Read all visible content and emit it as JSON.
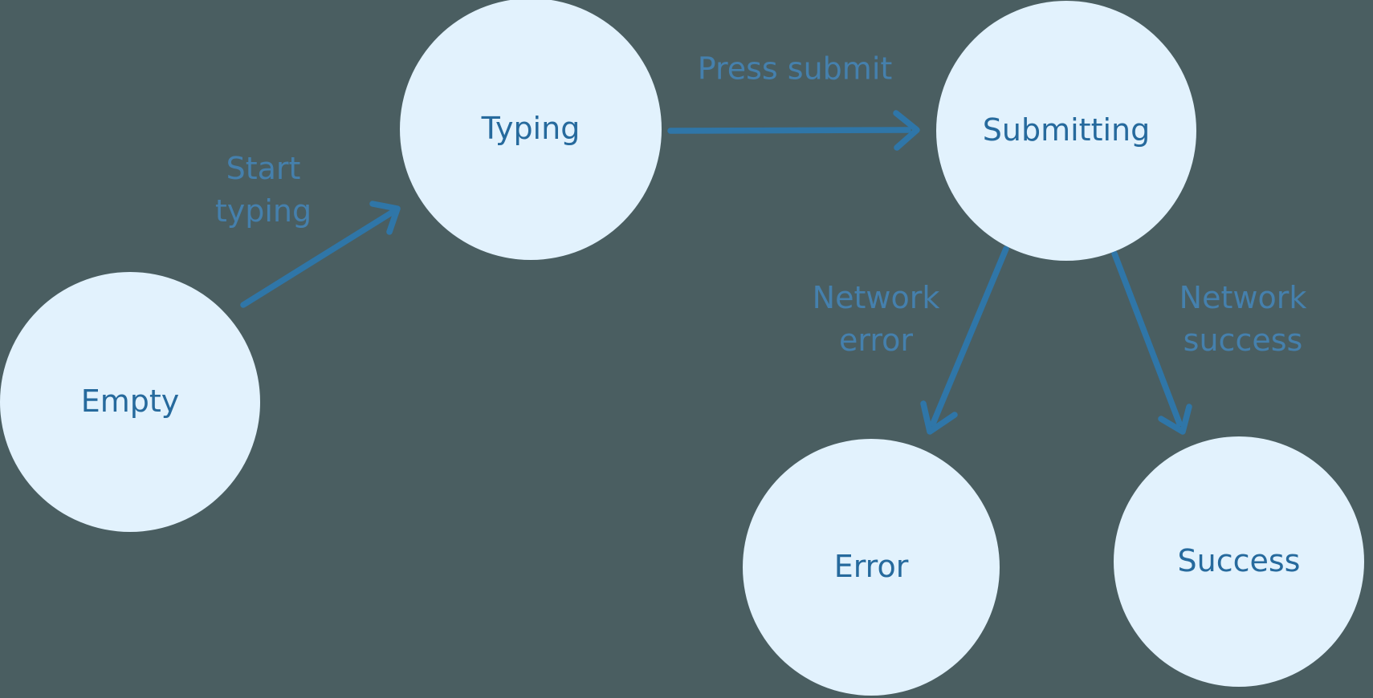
{
  "diagram": {
    "type": "state-machine",
    "colors": {
      "background": "#4a5e61",
      "node_fill": "#e2f2fd",
      "node_text": "#266a9d",
      "edge": "#2f76a8",
      "edge_label": "#4580ad"
    },
    "states": [
      {
        "id": "empty",
        "label": "Empty"
      },
      {
        "id": "typing",
        "label": "Typing"
      },
      {
        "id": "submitting",
        "label": "Submitting"
      },
      {
        "id": "error",
        "label": "Error"
      },
      {
        "id": "success",
        "label": "Success"
      }
    ],
    "transitions": [
      {
        "from": "empty",
        "to": "typing",
        "label_lines": [
          "Start",
          "typing"
        ]
      },
      {
        "from": "typing",
        "to": "submitting",
        "label_lines": [
          "Press submit"
        ]
      },
      {
        "from": "submitting",
        "to": "error",
        "label_lines": [
          "Network",
          "error"
        ]
      },
      {
        "from": "submitting",
        "to": "success",
        "label_lines": [
          "Network",
          "success"
        ]
      }
    ]
  }
}
